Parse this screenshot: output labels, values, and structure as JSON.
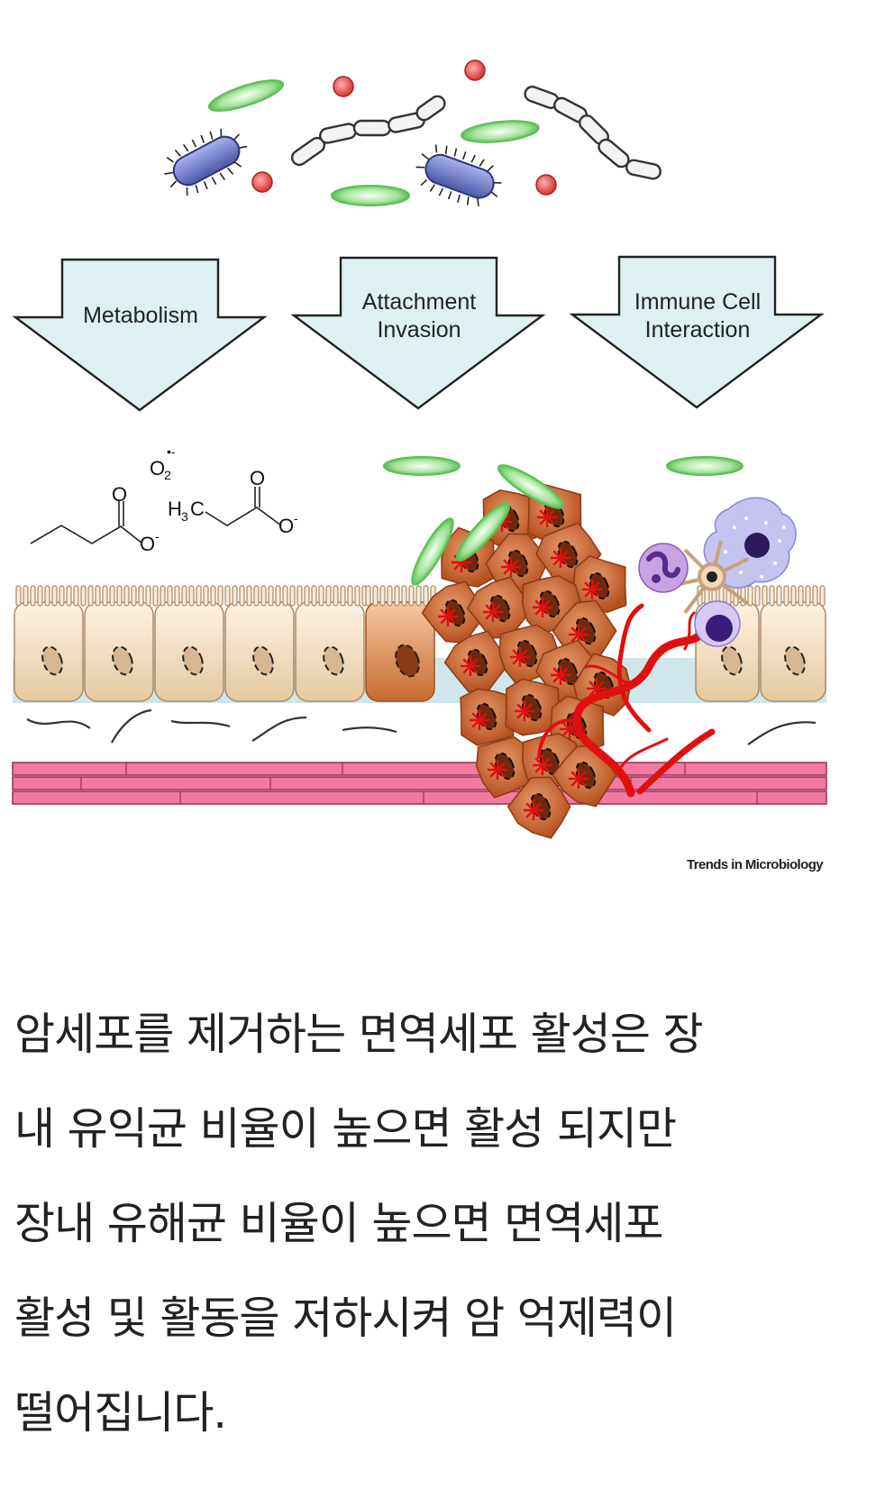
{
  "figure": {
    "arrows": [
      {
        "lines": [
          "Metabolism"
        ]
      },
      {
        "lines": [
          "Attachment",
          "Invasion"
        ]
      },
      {
        "lines": [
          "Immune Cell",
          "Interaction"
        ]
      }
    ],
    "chemistry": {
      "superoxide": "O",
      "superoxide_sub": "2",
      "superoxide_sup": "•-",
      "butyrate_o_double": "O",
      "butyrate_o_minus": "O",
      "propionate_prefix": "H",
      "propionate_sub": "3",
      "propionate_c": "C",
      "propionate_o_double": "O",
      "propionate_o_minus": "O"
    },
    "credit": "Trends in Microbiology"
  },
  "caption": {
    "lines": [
      "암세포를 제거하는 면역세포 활성은 장",
      "내 유익균 비율이 높으면 활성 되지만",
      "장내  유해균 비율이 높으면 면역세포",
      "활성 및 활동을 저하시켜 암 억제력이",
      "떨어집니다."
    ]
  },
  "colors": {
    "arrow_fill": "#dff0f2",
    "bacteria_green": "#8fd88a",
    "bacteria_blue": "#6f7bc4",
    "red_cell": "#e64a4a",
    "epithelium": "#f3dfc0",
    "tumor": "#c8622e",
    "muscle": "#f07aa0",
    "blood_vessel": "#e01010"
  }
}
